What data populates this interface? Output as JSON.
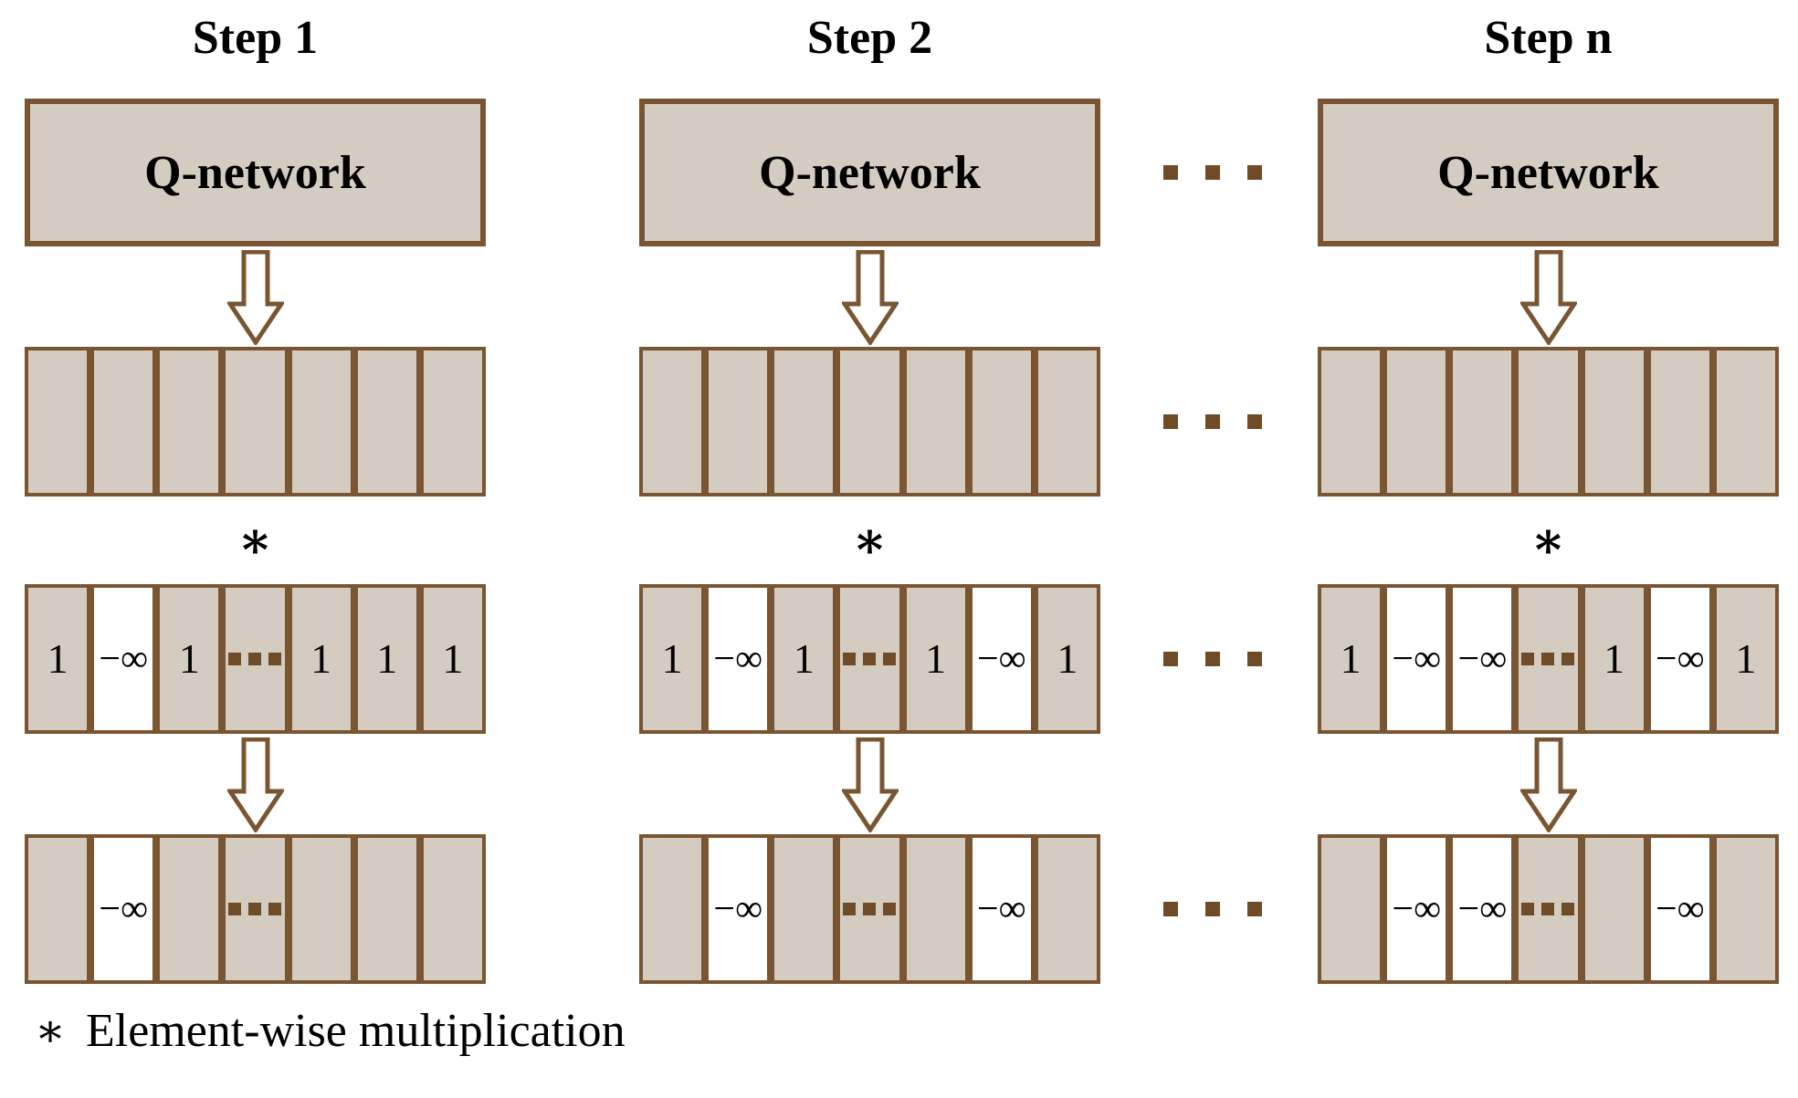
{
  "legend": {
    "symbol": "∗",
    "label": "Element-wise multiplication"
  },
  "colors": {
    "cell_fill": "#d4ccc1",
    "border": "#7a5531",
    "separator_dot": "#6f4c27",
    "mask_blocked_fill": "#ffffff",
    "background": "#ffffff",
    "text": "#000000"
  },
  "cell_display": {
    "one": "1",
    "neginf": "−∞"
  },
  "separator_dots": {
    "count": 3,
    "levels": 4
  },
  "columns": [
    {
      "title": "Step 1",
      "qnetwork_label": "Q-network",
      "multiply_symbol": "∗",
      "q_values_row": [
        "empty",
        "empty",
        "empty",
        "empty",
        "empty",
        "empty",
        "empty"
      ],
      "mask_row": [
        "one",
        "neginf",
        "one",
        "dots",
        "one",
        "one",
        "one"
      ],
      "output_row": [
        "empty",
        "neginf",
        "empty",
        "dots",
        "empty",
        "empty",
        "empty"
      ]
    },
    {
      "title": "Step 2",
      "qnetwork_label": "Q-network",
      "multiply_symbol": "∗",
      "q_values_row": [
        "empty",
        "empty",
        "empty",
        "empty",
        "empty",
        "empty",
        "empty"
      ],
      "mask_row": [
        "one",
        "neginf",
        "one",
        "dots",
        "one",
        "neginf",
        "one"
      ],
      "output_row": [
        "empty",
        "neginf",
        "empty",
        "dots",
        "empty",
        "neginf",
        "empty"
      ]
    },
    {
      "title": "Step n",
      "qnetwork_label": "Q-network",
      "multiply_symbol": "∗",
      "q_values_row": [
        "empty",
        "empty",
        "empty",
        "empty",
        "empty",
        "empty",
        "empty"
      ],
      "mask_row": [
        "one",
        "neginf",
        "neginf",
        "dots",
        "one",
        "neginf",
        "one"
      ],
      "output_row": [
        "empty",
        "neginf",
        "neginf",
        "dots",
        "empty",
        "neginf",
        "empty"
      ]
    }
  ]
}
